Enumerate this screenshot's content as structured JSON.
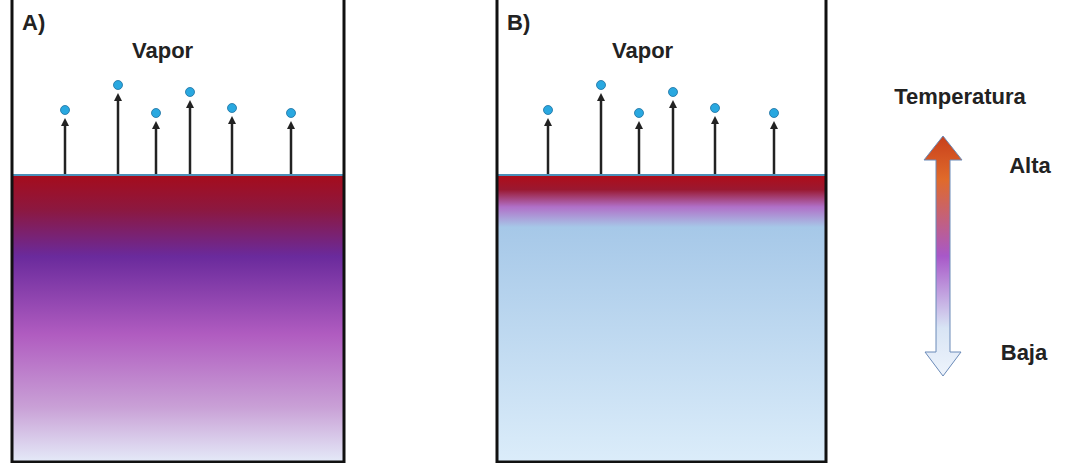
{
  "diagram": {
    "nodes": [
      {
        "text": [
          "A)",
          "Vapor"
        ]
      },
      {
        "text": [
          "B)",
          "Vapor"
        ]
      }
    ],
    "labels": [
      "Temperatura",
      "Alta",
      "Baja"
    ]
  }
}
